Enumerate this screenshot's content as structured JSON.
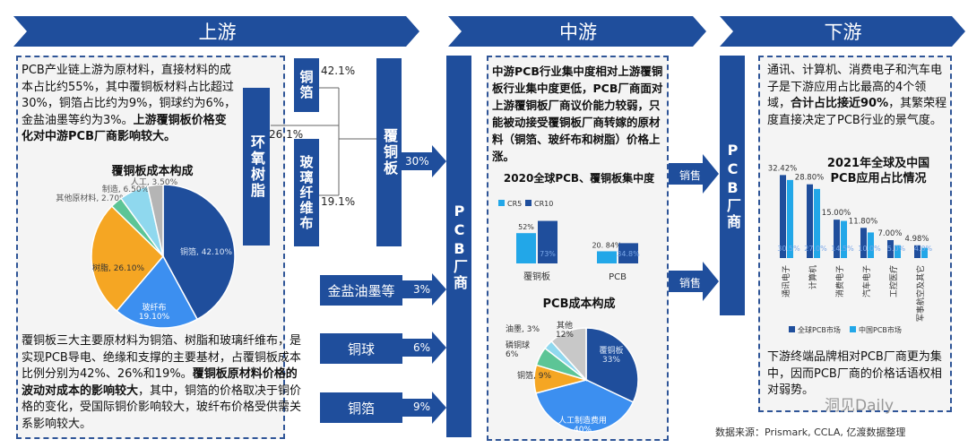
{
  "headers": {
    "upstream": "上游",
    "midstream": "中游",
    "downstream": "下游"
  },
  "upstream": {
    "para1_a": "PCB产业链上游为原材料，直接材料的成本占比约55%，其中覆铜板材料占比超过30%，铜箔占比约为9%，铜球约为6%，金盐油墨等约为3%。",
    "para1_b": "上游覆铜板价格变化对中游PCB厂商影响较大。",
    "ccl_pie_title": "覆铜板成本构成",
    "materials": {
      "resin": "环氧树脂",
      "copper_foil": "铜箔",
      "glass_fiber": "玻璃纤维布",
      "ccl": "覆铜板",
      "pct_foil": "42.1%",
      "pct_resin": "26.1%",
      "pct_fiber": "19.1%",
      "pct_ccl": "30%"
    },
    "other_inputs": [
      {
        "name": "金盐油墨等",
        "pct": "3%"
      },
      {
        "name": "铜球",
        "pct": "6%"
      },
      {
        "name": "铜箔",
        "pct": "9%"
      }
    ],
    "para2_a": "覆铜板三大主要原材料为铜箔、树脂和玻璃纤维布，是实现PCB导电、绝缘和支撑的主要基材，占覆铜板成本比例分别为42%、26%和19%。",
    "para2_b": "覆铜板原材料价格的波动对成本的影响较大",
    "para2_c": "，其中，铜箔的价格取决于铜价格的变化，受国际铜价影响较大，玻纤布价格受供需关系影响较大。"
  },
  "midstream": {
    "pcb_label": "PCB厂商",
    "summary": "中游PCB行业集中度相对上游覆铜板行业集中度更低，PCB厂商面对上游覆铜板厂商议价能力较弱，只能被动接受覆铜板厂商转嫁的原材料（铜箔、玻纤布和树脂）价格上涨。",
    "conc_title": "2020全球PCB、覆铜板集中度",
    "pcb_cost_title": "PCB成本构成"
  },
  "downstream": {
    "sales_label": "销售",
    "pcb_label": "PCB厂商",
    "summary_a": "通讯、计算机、消费电子和汽车电子是下游应用占比最高的4个领域，",
    "summary_b": "合计占比接近90%",
    "summary_c": "，其繁荣程度直接决定了PCB行业的景气度。",
    "app_title_1": "2021年全球及中国",
    "app_title_2": "PCB应用占比情况",
    "summary2": "下游终端品牌相对PCB厂商更为集中，因而PCB厂商的价格话语权相对弱势。",
    "source": "数据来源：Prismark, CCLA, 亿渡数据整理",
    "watermark": "洞见Daily"
  },
  "chart_data": [
    {
      "type": "pie",
      "title": "覆铜板成本构成",
      "slices": [
        {
          "label": "铜箔",
          "value": 42.1,
          "text": "铜箔, 42.10%",
          "color": "#1f4e9c"
        },
        {
          "label": "玻纤布",
          "value": 19.1,
          "text": "玻纤布, 19.10%",
          "color": "#3c8ff0"
        },
        {
          "label": "树脂",
          "value": 26.1,
          "text": "树脂, 26.10%",
          "color": "#f5a623"
        },
        {
          "label": "其他原材料",
          "value": 2.7,
          "text": "其他原材料, 2.70%",
          "color": "#5cc596"
        },
        {
          "label": "制造",
          "value": 6.5,
          "text": "制造, 6.50%",
          "color": "#8fd8ee"
        },
        {
          "label": "人工",
          "value": 3.5,
          "text": "人工, 3.50%",
          "color": "#b5b5b5"
        }
      ]
    },
    {
      "type": "bar",
      "title": "2020全球PCB、覆铜板集中度",
      "categories": [
        "覆铜板",
        "PCB"
      ],
      "series": [
        {
          "name": "CR5",
          "values": [
            52,
            20.84
          ],
          "labels": [
            "52%",
            "20. 84%"
          ],
          "color": "#22a7e8"
        },
        {
          "name": "CR10",
          "values": [
            73,
            34.8
          ],
          "labels": [
            "73%",
            "34.8%"
          ],
          "color": "#1f4e9c"
        }
      ],
      "ylim": [
        0,
        80
      ]
    },
    {
      "type": "pie",
      "title": "PCB成本构成",
      "slices": [
        {
          "label": "覆铜板",
          "value": 33,
          "text": "覆铜板, 33%",
          "color": "#1f4e9c"
        },
        {
          "label": "人工制造费用",
          "value": 40,
          "text": "人工制造费用, 40%",
          "color": "#3c8ff0"
        },
        {
          "label": "铜箔",
          "value": 9,
          "text": "铜箔, 9%",
          "color": "#f5a623"
        },
        {
          "label": "磷铜球",
          "value": 6,
          "text": "磷铜球, 6%",
          "color": "#5cc596"
        },
        {
          "label": "油墨",
          "value": 3,
          "text": "油墨, 3%",
          "color": "#8fd8ee"
        },
        {
          "label": "其他",
          "value": 12,
          "text": "其他, 12%",
          "color": "#c8c8c8"
        }
      ]
    },
    {
      "type": "bar",
      "title": "2021年全球及中国 PCB应用占比情况",
      "categories": [
        "通讯电子",
        "计算机",
        "消费电子",
        "汽车电子",
        "工控医疗",
        "军事航空及其它"
      ],
      "series": [
        {
          "name": "全球PCB市场",
          "values": [
            32.42,
            28.8,
            15.0,
            11.8,
            7.0,
            4.98
          ],
          "labels": [
            "32.42%",
            "28.80%",
            "15.00%",
            "11.80%",
            "7.00%",
            "4.98%"
          ],
          "color": "#1f4e9c"
        },
        {
          "name": "中国PCB市场",
          "values": [
            30.5,
            27.0,
            14.5,
            10.0,
            5.0,
            4.0
          ],
          "labels": [
            "30.5%",
            "27.0%",
            "14.5%",
            "10.0%",
            "5.0%",
            "4.0%"
          ],
          "color": "#22a7e8"
        }
      ],
      "ylim": [
        0,
        35
      ]
    }
  ]
}
